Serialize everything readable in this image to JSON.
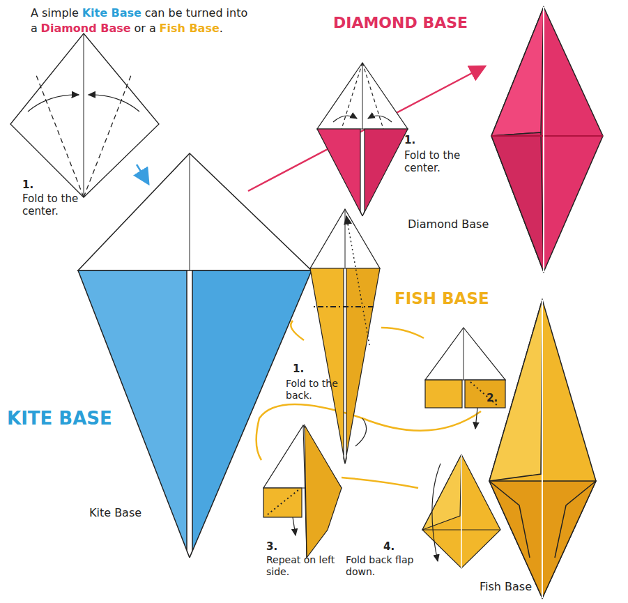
{
  "diagram": {
    "labels": [
      "A simple",
      "Kite Base",
      "can be turned into",
      "a",
      "Diamond Base",
      "or a",
      "Fish Base",
      ".",
      "DIAMOND BASE",
      "1.",
      "Fold to the center.",
      "KITE BASE",
      "Kite Base",
      "1.",
      "Fold to the center.",
      "Diamond Base",
      "FISH BASE",
      "1.",
      "Fold to the back.",
      "2.",
      "3.",
      "Repeat on left side.",
      "4.",
      "Fold back flap down.",
      "Fish Base"
    ]
  }
}
